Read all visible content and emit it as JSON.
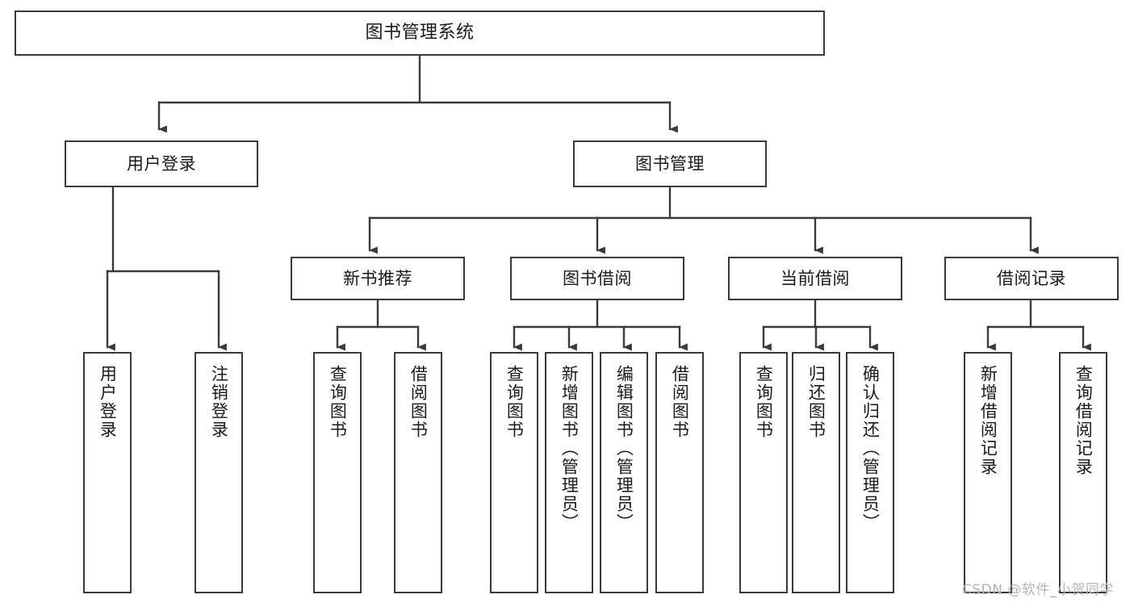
{
  "diagram": {
    "type": "tree",
    "title": "图书管理系统",
    "watermark": "CSDN @软件_小贺同学",
    "colors": {
      "background": "#ffffff",
      "border": "#3a3a3a",
      "text": "#1a1a1a",
      "edge": "#3a3a3a",
      "watermark": "#b4b4b4"
    },
    "nodes": {
      "root": {
        "label": "图书管理系统"
      },
      "level2": [
        {
          "id": "user-login",
          "label": "用户登录"
        },
        {
          "id": "book-manage",
          "label": "图书管理"
        }
      ],
      "level3": [
        {
          "id": "new-book-recommend",
          "label": "新书推荐"
        },
        {
          "id": "book-borrow",
          "label": "图书借阅"
        },
        {
          "id": "current-borrow",
          "label": "当前借阅"
        },
        {
          "id": "borrow-record",
          "label": "借阅记录"
        }
      ],
      "leaves": {
        "user_login": [
          {
            "id": "leaf-user-login",
            "label": "用户登录"
          },
          {
            "id": "leaf-logout",
            "label": "注销登录"
          }
        ],
        "new_book_recommend": [
          {
            "id": "leaf-query-book-1",
            "label": "查询图书"
          },
          {
            "id": "leaf-borrow-book-1",
            "label": "借阅图书"
          }
        ],
        "book_borrow": [
          {
            "id": "leaf-query-book-2",
            "label": "查询图书"
          },
          {
            "id": "leaf-add-book",
            "label": "新增图书（管理员）"
          },
          {
            "id": "leaf-edit-book",
            "label": "编辑图书（管理员）"
          },
          {
            "id": "leaf-borrow-book-2",
            "label": "借阅图书"
          }
        ],
        "current_borrow": [
          {
            "id": "leaf-query-book-3",
            "label": "查询图书"
          },
          {
            "id": "leaf-return-book",
            "label": "归还图书"
          },
          {
            "id": "leaf-confirm-return",
            "label": "确认归还（管理员）"
          }
        ],
        "borrow_record": [
          {
            "id": "leaf-add-record",
            "label": "新增借阅记录"
          },
          {
            "id": "leaf-query-record",
            "label": "查询借阅记录"
          }
        ]
      }
    }
  }
}
